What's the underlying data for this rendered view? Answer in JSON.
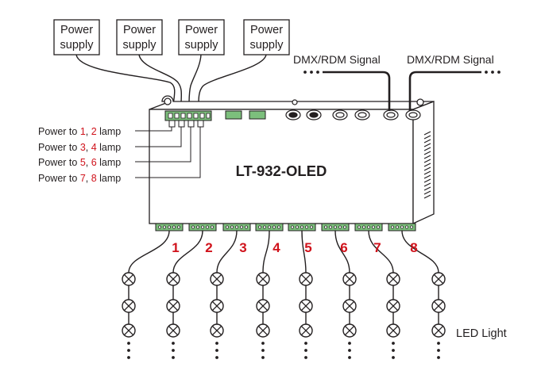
{
  "power_supplies": [
    {
      "line1": "Power",
      "line2": "supply"
    },
    {
      "line1": "Power",
      "line2": "supply"
    },
    {
      "line1": "Power",
      "line2": "supply"
    },
    {
      "line1": "Power",
      "line2": "supply"
    }
  ],
  "signals": {
    "left": "DMX/RDM Signal",
    "right": "DMX/RDM Signal"
  },
  "device": {
    "model": "LT-932-OLED"
  },
  "lamp_power_labels": [
    {
      "prefix": "Power to ",
      "a": "1",
      "sep": ", ",
      "b": "2",
      "suffix": " lamp"
    },
    {
      "prefix": "Power to ",
      "a": "3",
      "sep": ", ",
      "b": "4",
      "suffix": " lamp"
    },
    {
      "prefix": "Power to ",
      "a": "5",
      "sep": ", ",
      "b": "6",
      "suffix": " lamp"
    },
    {
      "prefix": "Power to ",
      "a": "7",
      "sep": ", ",
      "b": "8",
      "suffix": " lamp"
    }
  ],
  "channels": [
    "1",
    "2",
    "3",
    "4",
    "5",
    "6",
    "7",
    "8"
  ],
  "led_label": "LED Light",
  "colors": {
    "accent_red": "#d0121b",
    "terminal_green": "#7cbf7c",
    "ink": "#231f20"
  }
}
